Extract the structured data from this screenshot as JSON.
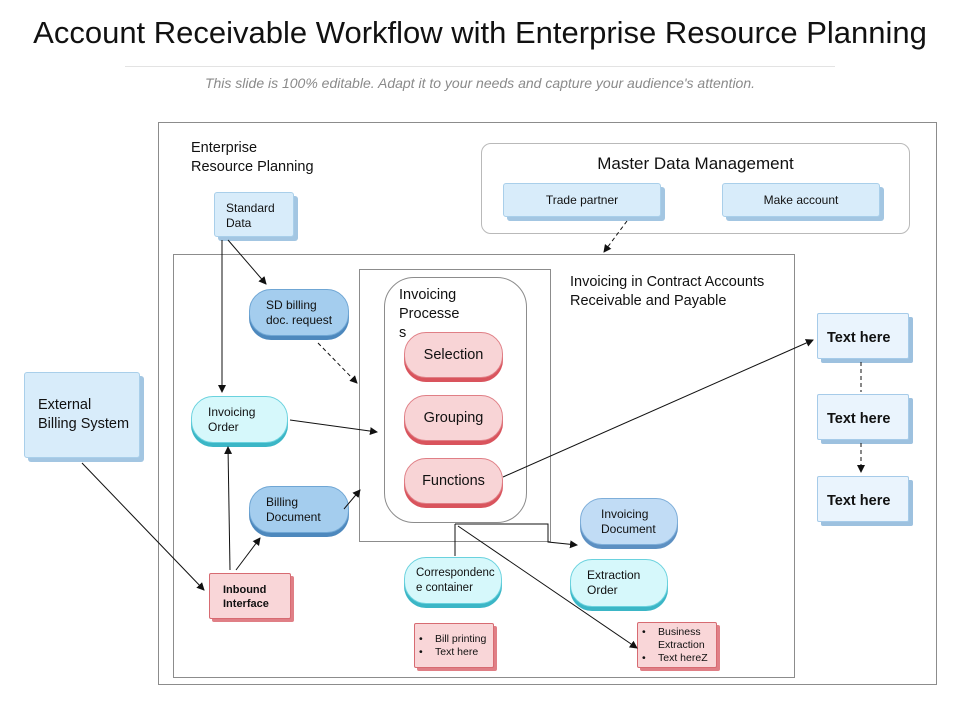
{
  "title": "Account Receivable Workflow with Enterprise Resource Planning",
  "subtitle": "This slide is 100% editable. Adapt it to your needs and capture your audience's attention.",
  "erp_label": [
    "Enterprise",
    "Resource Planning"
  ],
  "mdm": {
    "title": "Master Data Management",
    "trade_partner": "Trade partner",
    "make_account": "Make account"
  },
  "standard_data": [
    "Standard",
    "Data"
  ],
  "contract_label": [
    "Invoicing in Contract Accounts",
    "Receivable and Payable"
  ],
  "invoicing_processes": {
    "label": [
      "Invoicing",
      "Processe",
      "s"
    ],
    "selection": "Selection",
    "grouping": "Grouping",
    "functions": "Functions"
  },
  "sd_billing": [
    "SD billing",
    "doc. request"
  ],
  "invoicing_order": [
    "Invoicing",
    "Order"
  ],
  "billing_document": [
    "Billing",
    "Document"
  ],
  "inbound_interface": [
    "Inbound",
    "Interface"
  ],
  "external_billing": [
    "External",
    "Billing System"
  ],
  "correspondence": [
    "Correspondenc",
    "e container"
  ],
  "bill_printing_list": [
    "Bill printing",
    "Text here"
  ],
  "invoicing_document": [
    "Invoicing",
    "Document"
  ],
  "extraction_order": [
    "Extraction",
    "Order"
  ],
  "business_extraction_list": [
    "Business Extraction",
    "Text hereZ"
  ],
  "text_boxes": [
    "Text here",
    "Text here",
    "Text here"
  ]
}
